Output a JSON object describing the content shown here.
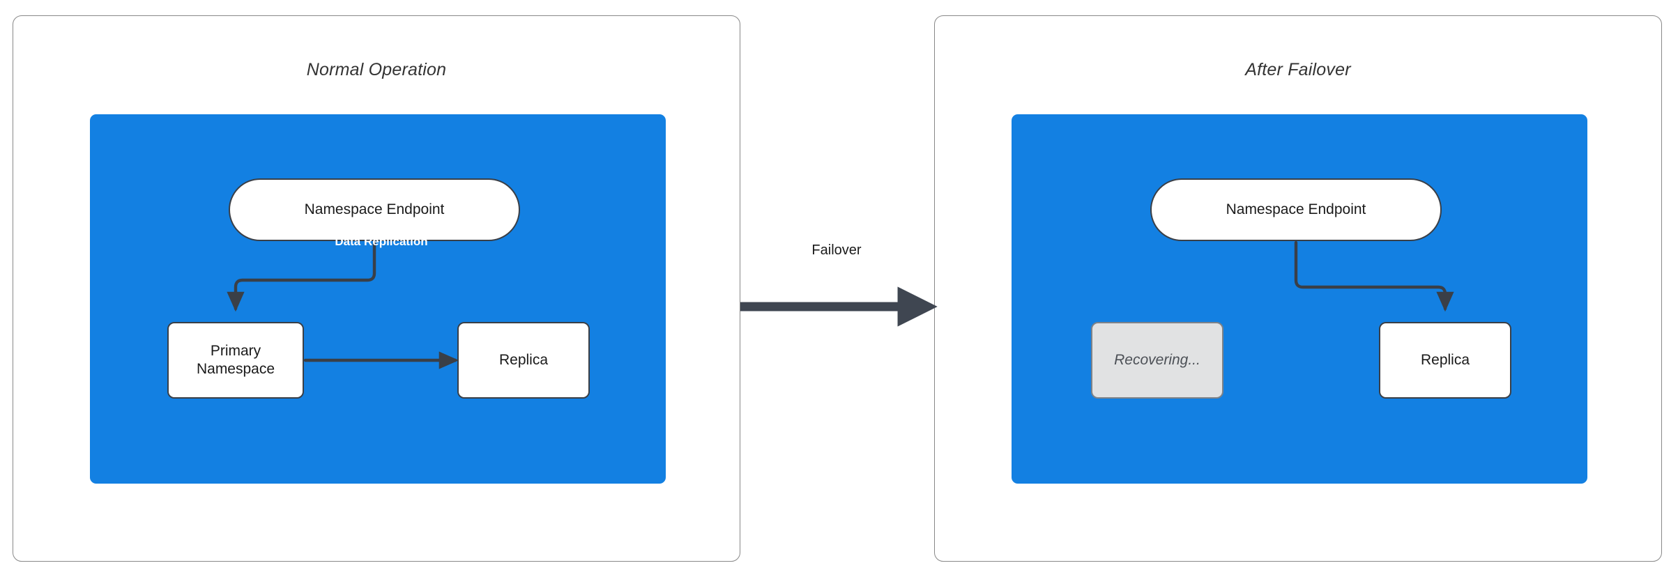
{
  "diagram": {
    "title": "",
    "colors": {
      "zone_blue": "#1380E2",
      "node_fill": "#FFFFFF",
      "node_stroke": "#3A3F47",
      "recovering_fill": "#E1E2E3",
      "recovering_text": "#4C5056",
      "panel_border": "#888888",
      "connector": "#3A3F47",
      "replication_label": "#FFFFFF",
      "failover_label": "#1A1A1A",
      "title_text": "#333333"
    },
    "panels": [
      {
        "id": "normal-operation",
        "title": "Normal Operation",
        "nodes": [
          {
            "id": "namespace-endpoint",
            "label": "Namespace Endpoint",
            "shape": "pill",
            "state": "active"
          },
          {
            "id": "primary-namespace",
            "label": "Primary\nNamespace",
            "line1": "Primary",
            "line2": "Namespace",
            "shape": "box",
            "state": "active"
          },
          {
            "id": "replica",
            "label": "Replica",
            "shape": "box",
            "state": "active"
          }
        ],
        "edges": [
          {
            "from": "namespace-endpoint",
            "to": "primary-namespace",
            "label": ""
          },
          {
            "from": "primary-namespace",
            "to": "replica",
            "label": "Data Replication"
          }
        ]
      },
      {
        "id": "after-failover",
        "title": "After Failover",
        "nodes": [
          {
            "id": "namespace-endpoint",
            "label": "Namespace Endpoint",
            "shape": "pill",
            "state": "active"
          },
          {
            "id": "recovering",
            "label": "Recovering...",
            "shape": "box",
            "state": "recovering"
          },
          {
            "id": "replica",
            "label": "Replica",
            "shape": "box",
            "state": "active"
          }
        ],
        "edges": [
          {
            "from": "namespace-endpoint",
            "to": "replica",
            "label": ""
          }
        ]
      }
    ],
    "transition": {
      "id": "failover-transition",
      "label": "Failover",
      "from_panel": "normal-operation",
      "to_panel": "after-failover"
    }
  }
}
